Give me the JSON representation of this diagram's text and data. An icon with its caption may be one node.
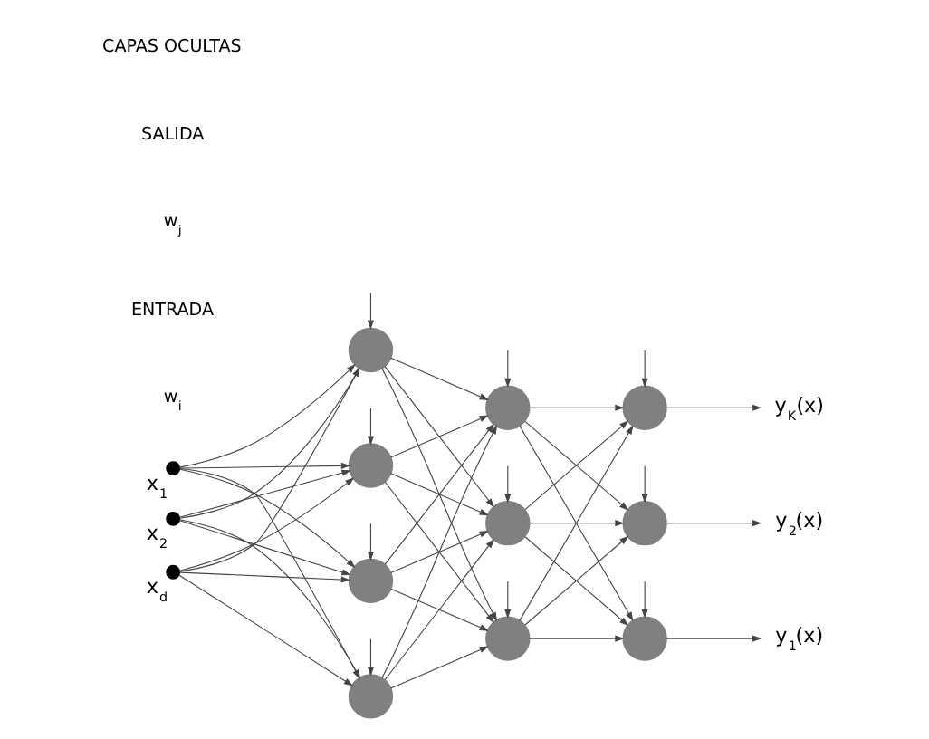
{
  "diagram": {
    "nodes": [
      {
        "text": [],
        "shape": "circle",
        "beside": [
          "x$_{1}$"
        ]
      },
      {
        "text": [],
        "shape": "circle",
        "beside": [
          "x$_{2}$"
        ]
      },
      {
        "text": [],
        "shape": "circle",
        "beside": [
          "x$_{d}$"
        ]
      },
      {
        "text": [],
        "shape": "circle"
      },
      {
        "text": [],
        "shape": "circle"
      },
      {
        "text": [],
        "shape": "circle"
      },
      {
        "text": [],
        "shape": "circle"
      },
      {
        "text": [],
        "shape": "circle"
      },
      {
        "text": [],
        "shape": "circle"
      },
      {
        "text": [],
        "shape": "circle"
      },
      {
        "text": [],
        "shape": "circle"
      },
      {
        "text": [],
        "shape": "circle"
      },
      {
        "text": [],
        "shape": "circle"
      },
      {
        "text": [
          "y$_{1}$(x)"
        ]
      },
      {
        "text": [
          "y$_{2}$(x)"
        ]
      },
      {
        "text": [
          "y$_{K}$(x)"
        ]
      }
    ],
    "edges": [
      {
        "from": 0,
        "to": 3,
        "arrow": "to"
      },
      {
        "from": 0,
        "to": 4,
        "arrow": "to"
      },
      {
        "from": 0,
        "to": 5,
        "arrow": "to"
      },
      {
        "from": 0,
        "to": 6,
        "arrow": "to"
      },
      {
        "from": 1,
        "to": 3,
        "arrow": "to"
      },
      {
        "from": 1,
        "to": 4,
        "arrow": "to"
      },
      {
        "from": 1,
        "to": 5,
        "arrow": "to"
      },
      {
        "from": 1,
        "to": 6,
        "arrow": "to"
      },
      {
        "from": 2,
        "to": 3,
        "arrow": "to"
      },
      {
        "from": 2,
        "to": 4,
        "arrow": "to"
      },
      {
        "from": 2,
        "to": 5,
        "arrow": "to"
      },
      {
        "from": 2,
        "to": 6,
        "arrow": "to"
      },
      {
        "from": 3,
        "to": 7,
        "arrow": "to"
      },
      {
        "from": 3,
        "to": 8,
        "arrow": "to"
      },
      {
        "from": 3,
        "to": 9,
        "arrow": "to"
      },
      {
        "from": 4,
        "to": 7,
        "arrow": "to"
      },
      {
        "from": 4,
        "to": 8,
        "arrow": "to"
      },
      {
        "from": 4,
        "to": 9,
        "arrow": "to"
      },
      {
        "from": 5,
        "to": 7,
        "arrow": "to"
      },
      {
        "from": 5,
        "to": 8,
        "arrow": "to"
      },
      {
        "from": 5,
        "to": 9,
        "arrow": "to"
      },
      {
        "from": 6,
        "to": 7,
        "arrow": "to"
      },
      {
        "from": 6,
        "to": 8,
        "arrow": "to"
      },
      {
        "from": 6,
        "to": 9,
        "arrow": "to"
      },
      {
        "from": 7,
        "to": 10,
        "arrow": "to"
      },
      {
        "from": 7,
        "to": 11,
        "arrow": "to"
      },
      {
        "from": 7,
        "to": 12,
        "arrow": "to"
      },
      {
        "from": 8,
        "to": 10,
        "arrow": "to"
      },
      {
        "from": 8,
        "to": 11,
        "arrow": "to"
      },
      {
        "from": 8,
        "to": 12,
        "arrow": "to"
      },
      {
        "from": 9,
        "to": 10,
        "arrow": "to"
      },
      {
        "from": 9,
        "to": 11,
        "arrow": "to"
      },
      {
        "from": 9,
        "to": 12,
        "arrow": "to"
      },
      {
        "from": 10,
        "to": 13,
        "arrow": "to"
      },
      {
        "from": 11,
        "to": 14,
        "arrow": "to"
      },
      {
        "from": 12,
        "to": 15,
        "arrow": "to"
      },
      {
        "from": null,
        "to": 3,
        "arrow": "to"
      },
      {
        "from": null,
        "to": 4,
        "arrow": "to"
      },
      {
        "from": null,
        "to": 5,
        "arrow": "to"
      },
      {
        "from": null,
        "to": 6,
        "arrow": "to"
      },
      {
        "from": null,
        "to": 7,
        "arrow": "to"
      },
      {
        "from": null,
        "to": 8,
        "arrow": "to"
      },
      {
        "from": null,
        "to": 9,
        "arrow": "to"
      },
      {
        "from": null,
        "to": 10,
        "arrow": "to"
      },
      {
        "from": null,
        "to": 11,
        "arrow": "to"
      },
      {
        "from": null,
        "to": 12,
        "arrow": "to"
      }
    ],
    "labels": [
      "w$_{i}$",
      "ENTRADA",
      "w$_{j}$",
      "SALIDA",
      "CAPAS OCULTAS"
    ]
  }
}
